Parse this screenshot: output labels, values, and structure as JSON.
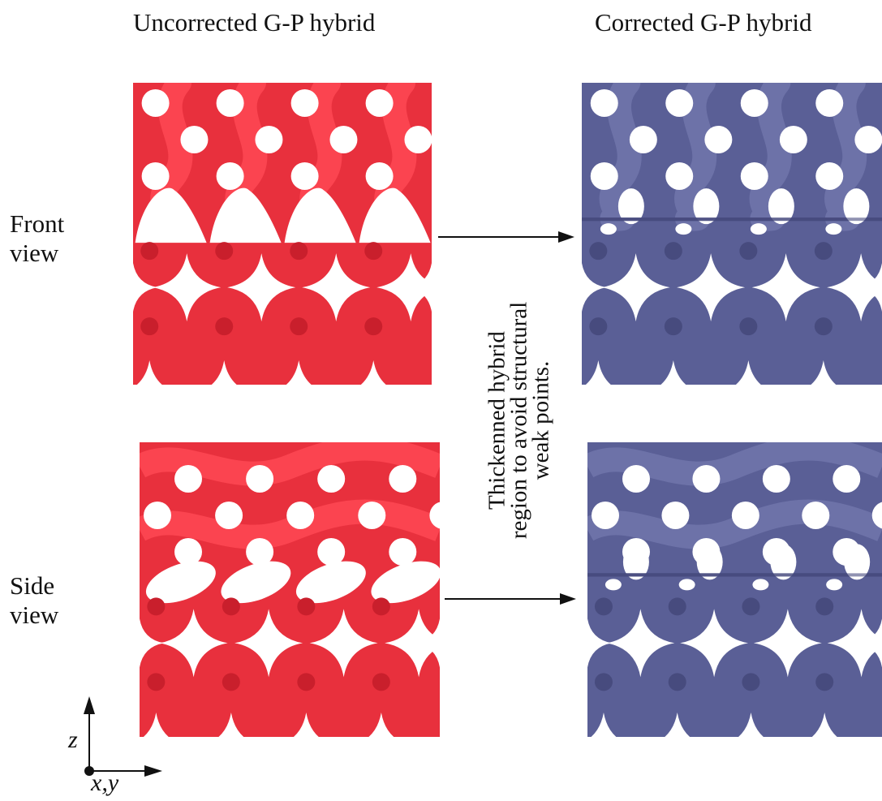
{
  "columns": {
    "left_title": "Uncorrected G-P hybrid",
    "right_title": "Corrected G-P hybrid"
  },
  "rows": {
    "front_label_line1": "Front",
    "front_label_line2": "view",
    "side_label_line1": "Side",
    "side_label_line2": "view"
  },
  "annotation": {
    "line1": "Thickenned hybrid",
    "line2": "region to avoid structural",
    "line3": "weak points."
  },
  "axes": {
    "vertical": "z",
    "horizontal": "x,y"
  },
  "colors": {
    "uncorrected": "#e8303d",
    "uncorrected_light": "#fb4450",
    "uncorrected_dark": "#c91f2c",
    "corrected": "#5a5f96",
    "corrected_light": "#6d72a8",
    "corrected_dark": "#474b7e"
  }
}
